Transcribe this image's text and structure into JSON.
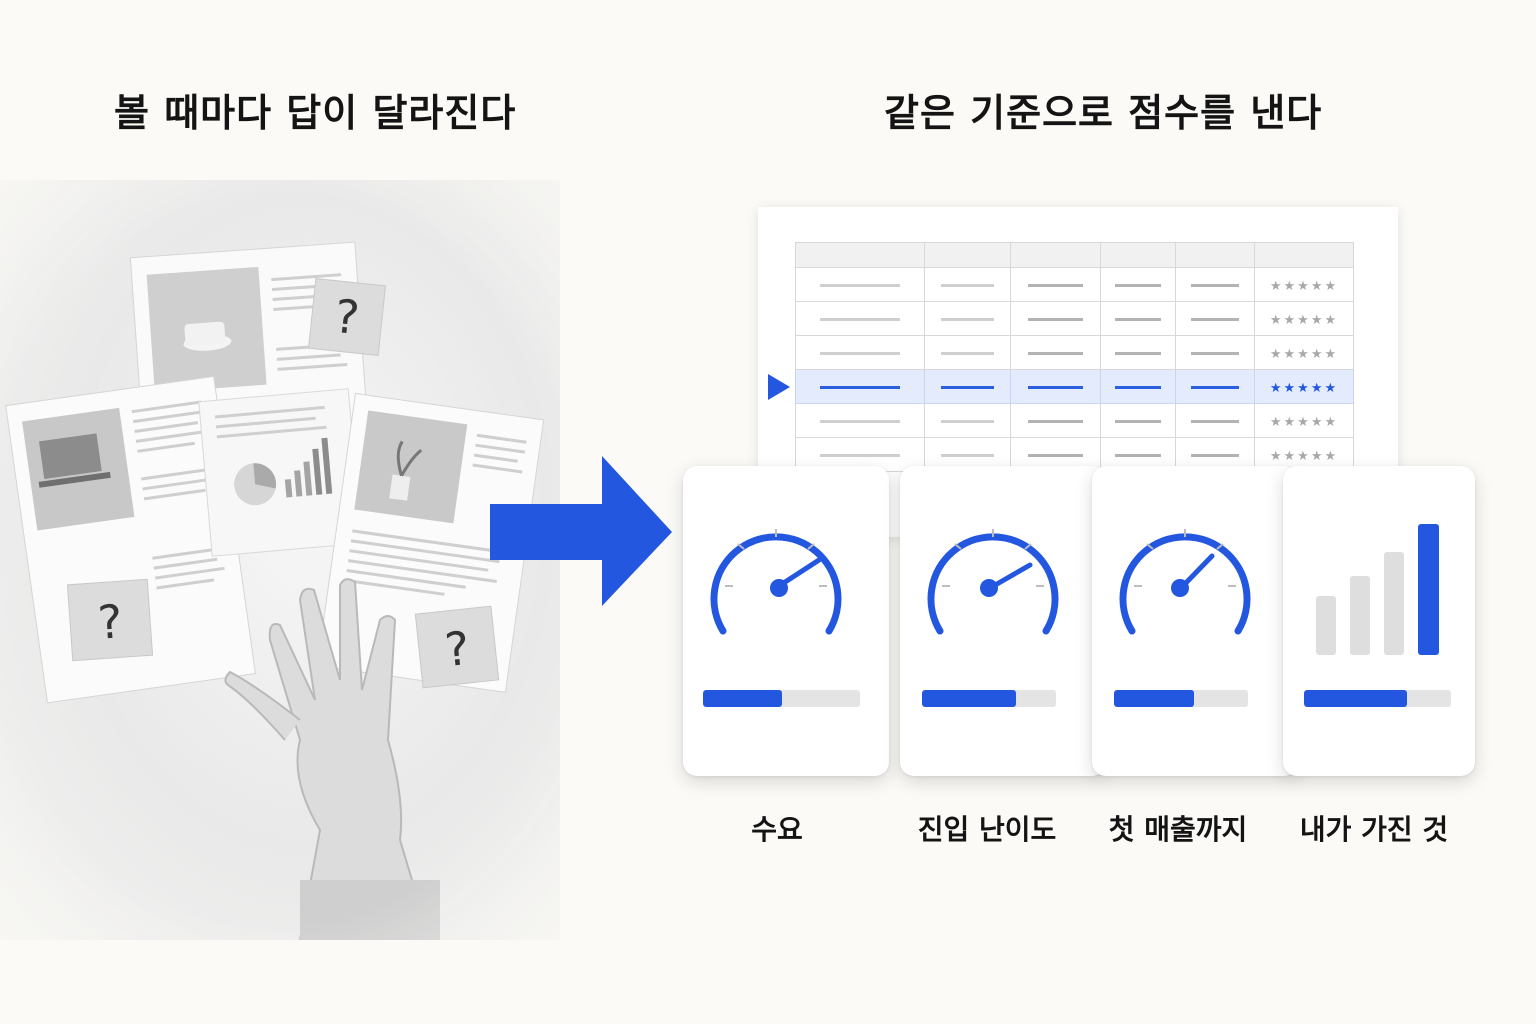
{
  "headings": {
    "left": "볼 때마다 답이 달라진다",
    "right": "같은 기준으로 점수를 낸다"
  },
  "left_illustration": {
    "question_mark": "?",
    "icons": [
      "coffee-cup-photo",
      "laptop-photo",
      "plant-photo",
      "pie-chart",
      "bar-chart",
      "hand"
    ]
  },
  "score_sheet": {
    "columns": 6,
    "rows": 6,
    "highlighted_row": 4,
    "rating_symbol": "★★★★★",
    "colors": {
      "highlight": "#2457e0",
      "highlight_bg": "#e3ebfc"
    }
  },
  "criteria": [
    {
      "label": "수요",
      "icon": "speedometer-icon",
      "level": 0.5
    },
    {
      "label": "진입 난이도",
      "icon": "speedometer-icon",
      "level": 0.7
    },
    {
      "label": "첫 매출까지",
      "icon": "speedometer-icon",
      "level": 0.6
    },
    {
      "label": "내가 가진 것",
      "icon": "bar-chart-icon",
      "level": 0.7
    }
  ],
  "colors": {
    "accent": "#2457e0",
    "background": "#fbfaf6",
    "text": "#141414"
  }
}
